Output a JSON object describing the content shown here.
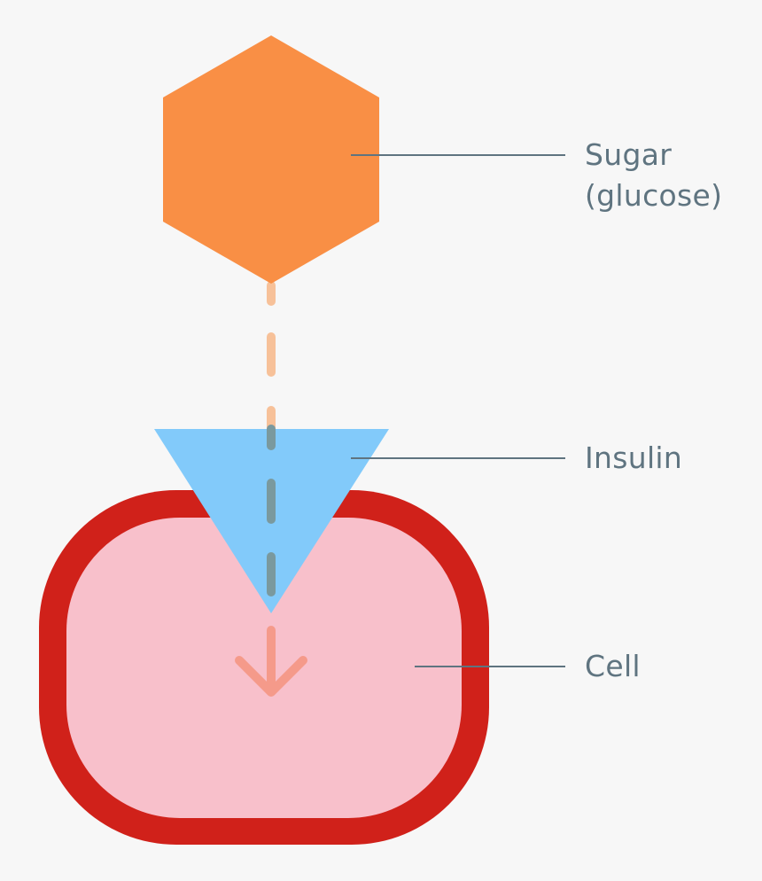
{
  "labels": {
    "sugar_line1": "Sugar",
    "sugar_line2": "(glucose)",
    "insulin": "Insulin",
    "cell": "Cell"
  },
  "colors": {
    "background": "#f7f7f7",
    "glucose": "#f98f45",
    "glucose_path": "#f7c199",
    "insulin": "#82cafa",
    "insulin_overlap_dash": "#7a999e",
    "cell_membrane": "#d0211a",
    "cell_interior": "#f8c0cb",
    "entry_arrow": "#f59a8a",
    "leader_line": "#5f7480",
    "label_text": "#5f7480"
  },
  "icons": {
    "glucose": "hexagon-shape",
    "insulin": "downward-triangle-shape",
    "cell": "rounded-square-shape",
    "entry": "arrow-down-icon"
  }
}
